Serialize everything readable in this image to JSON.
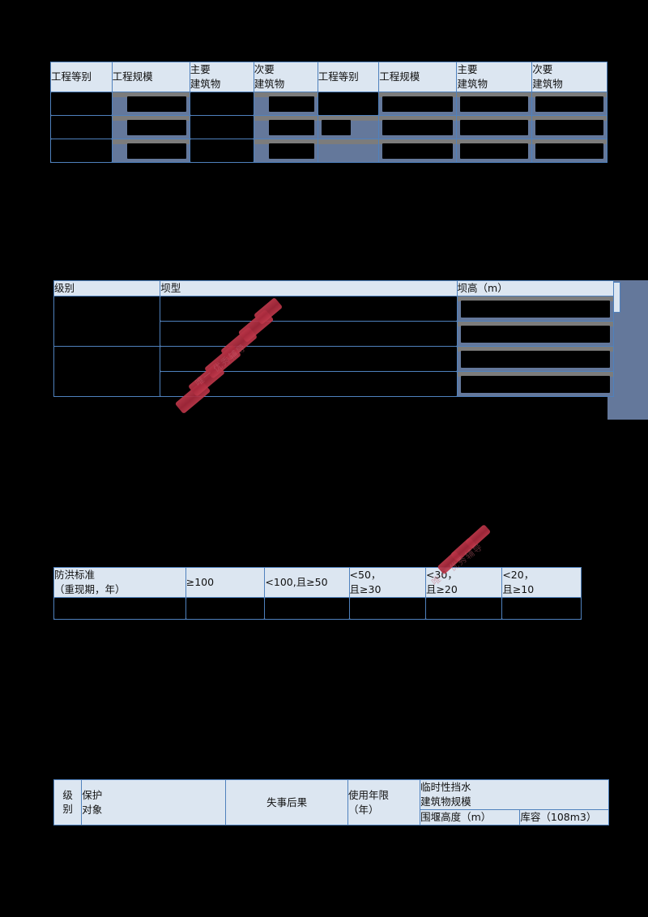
{
  "page": {
    "background_color": "#000000",
    "header_fill": "#DCE6F1",
    "border_color": "#4F81BD",
    "redacted_fill": "#64789B",
    "redaction_bar_color": "#000000",
    "watermark_color": "#B6344A"
  },
  "tables": [
    {
      "id": "table1",
      "name": "engineering-grade-table",
      "columns": 8,
      "headers": [
        {
          "lines": [
            "工程等别"
          ]
        },
        {
          "lines": [
            "工程规模"
          ]
        },
        {
          "lines": [
            "主要",
            "建筑物"
          ]
        },
        {
          "lines": [
            "次要",
            "建筑物"
          ]
        },
        {
          "lines": [
            "工程等别"
          ]
        },
        {
          "lines": [
            "工程规模"
          ]
        },
        {
          "lines": [
            "主要",
            "建筑物"
          ]
        },
        {
          "lines": [
            "次要",
            "建筑物"
          ]
        }
      ],
      "body_rows": 3,
      "body_redacted": true
    },
    {
      "id": "table2",
      "name": "dam-type-height-table",
      "columns": 3,
      "headers": [
        {
          "lines": [
            "级别"
          ]
        },
        {
          "lines": [
            "坝型"
          ]
        },
        {
          "lines": [
            "坝高（m）"
          ]
        }
      ],
      "body_rows": 4,
      "body_redacted": true,
      "merged_first_column_groups": 2
    },
    {
      "id": "table3",
      "name": "flood-control-standard-table",
      "columns": 6,
      "headers": [
        {
          "lines": [
            "防洪标准",
            "（重现期，年）"
          ]
        },
        {
          "lines": [
            "≥100"
          ]
        },
        {
          "lines": [
            "<100,且≥50"
          ]
        },
        {
          "lines": [
            "<50，",
            "且≥30"
          ]
        },
        {
          "lines": [
            "<30，",
            "且≥20"
          ]
        },
        {
          "lines": [
            "<20，",
            "且≥10"
          ]
        }
      ],
      "body_rows": 1,
      "body_redacted": true
    },
    {
      "id": "table4",
      "name": "temporary-structure-grade-table",
      "columns": 6,
      "headers": [
        {
          "lines": [
            "级",
            "别"
          ]
        },
        {
          "lines": [
            "保护",
            "对象"
          ]
        },
        {
          "lines": [
            "失事后果"
          ]
        },
        {
          "lines": [
            "使用年限",
            "（年）"
          ]
        },
        {
          "lines": [
            "临时性挡水",
            "建筑物规模"
          ]
        },
        {
          "lines": [
            "围堰高度（m）"
          ]
        },
        {
          "lines": [
            "库容（108m3）"
          ]
        }
      ],
      "body_rows": 1,
      "body_redacted": true
    }
  ],
  "watermarks": [
    {
      "name": "stamp-over-table2",
      "text": "唯一 优秀辅导"
    },
    {
      "name": "stamp-over-table3",
      "text": "唯一 优秀辅导"
    }
  ]
}
